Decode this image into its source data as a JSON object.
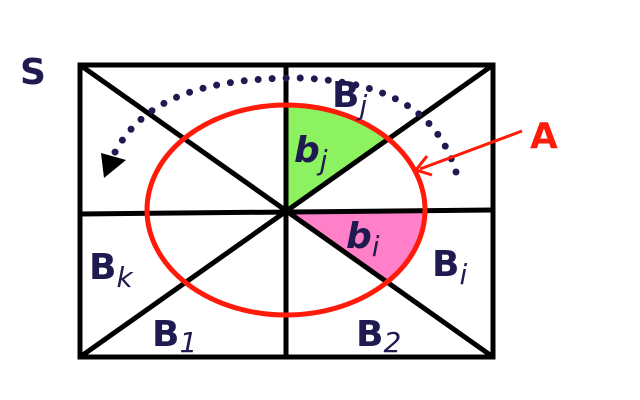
{
  "colors": {
    "label": "#1f1a4f",
    "ellipse": "#ff1a0a",
    "region_j": "#8cf260",
    "region_i": "#ff80c8",
    "lines": "#000000"
  },
  "labels": {
    "set": "S",
    "ellipse_name": "A",
    "Bj": {
      "base": "B",
      "sub": "j"
    },
    "bj": {
      "base": "b",
      "sub": "j"
    },
    "bi": {
      "base": "b",
      "sub": "i"
    },
    "Bi": {
      "base": "B",
      "sub": "i"
    },
    "Bk": {
      "base": "B",
      "sub": "k"
    },
    "B1": {
      "base": "B",
      "sub": "1"
    },
    "B2": {
      "base": "B",
      "sub": "2"
    }
  }
}
